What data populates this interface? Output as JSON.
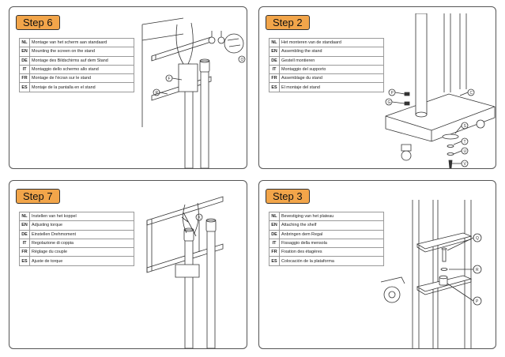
{
  "colors": {
    "step_badge": "#f2a54a",
    "border": "#555555"
  },
  "panels": {
    "p6": {
      "step": "Step 6",
      "rows": [
        {
          "code": "NL",
          "text": "Montage van het scherm aan standaard"
        },
        {
          "code": "EN",
          "text": "Mounting the screen on the stand"
        },
        {
          "code": "DE",
          "text": "Montage des Bildschirms auf dem Stand"
        },
        {
          "code": "IT",
          "text": "Montaggio dello schermo allo stand"
        },
        {
          "code": "FR",
          "text": "Montage de l'écran sur le stand"
        },
        {
          "code": "ES",
          "text": "Montaje de la pantalla en el stand"
        }
      ],
      "callouts": {
        "a": "F",
        "b": "R",
        "c": "O"
      }
    },
    "p2": {
      "step": "Step 2",
      "rows": [
        {
          "code": "NL",
          "text": "Het monteren van de standaard"
        },
        {
          "code": "EN",
          "text": "Assembling the stand"
        },
        {
          "code": "DE",
          "text": "Gestell montieren"
        },
        {
          "code": "IT",
          "text": "Montaggio del supporto"
        },
        {
          "code": "FR",
          "text": "Assemblage du stand"
        },
        {
          "code": "ES",
          "text": "El montaje del stand"
        }
      ],
      "callouts": {
        "a": "P",
        "b": "G",
        "c": "C",
        "d": "S",
        "e": "T",
        "f": "U",
        "g": "V"
      }
    },
    "p7": {
      "step": "Step 7",
      "rows": [
        {
          "code": "NL",
          "text": "Instellen van het koppel"
        },
        {
          "code": "EN",
          "text": "Adjusting torque"
        },
        {
          "code": "DE",
          "text": "Einstellen Drehmoment"
        },
        {
          "code": "IT",
          "text": "Regolazione di coppia"
        },
        {
          "code": "FR",
          "text": "Réglage du couple"
        },
        {
          "code": "ES",
          "text": "Ajuste de torque"
        }
      ],
      "callouts": {
        "a": "K"
      }
    },
    "p3": {
      "step": "Step 3",
      "rows": [
        {
          "code": "NL",
          "text": "Bevestiging van het plateau"
        },
        {
          "code": "EN",
          "text": "Attaching the shelf"
        },
        {
          "code": "DE",
          "text": "Anbringen dem Regal"
        },
        {
          "code": "IT",
          "text": "Fissaggio della mensola"
        },
        {
          "code": "FR",
          "text": "Fixation des étagères"
        },
        {
          "code": "ES",
          "text": "Colocación de la plataforma"
        }
      ],
      "callouts": {
        "a": "Q",
        "b": "R",
        "c": "P"
      }
    }
  }
}
